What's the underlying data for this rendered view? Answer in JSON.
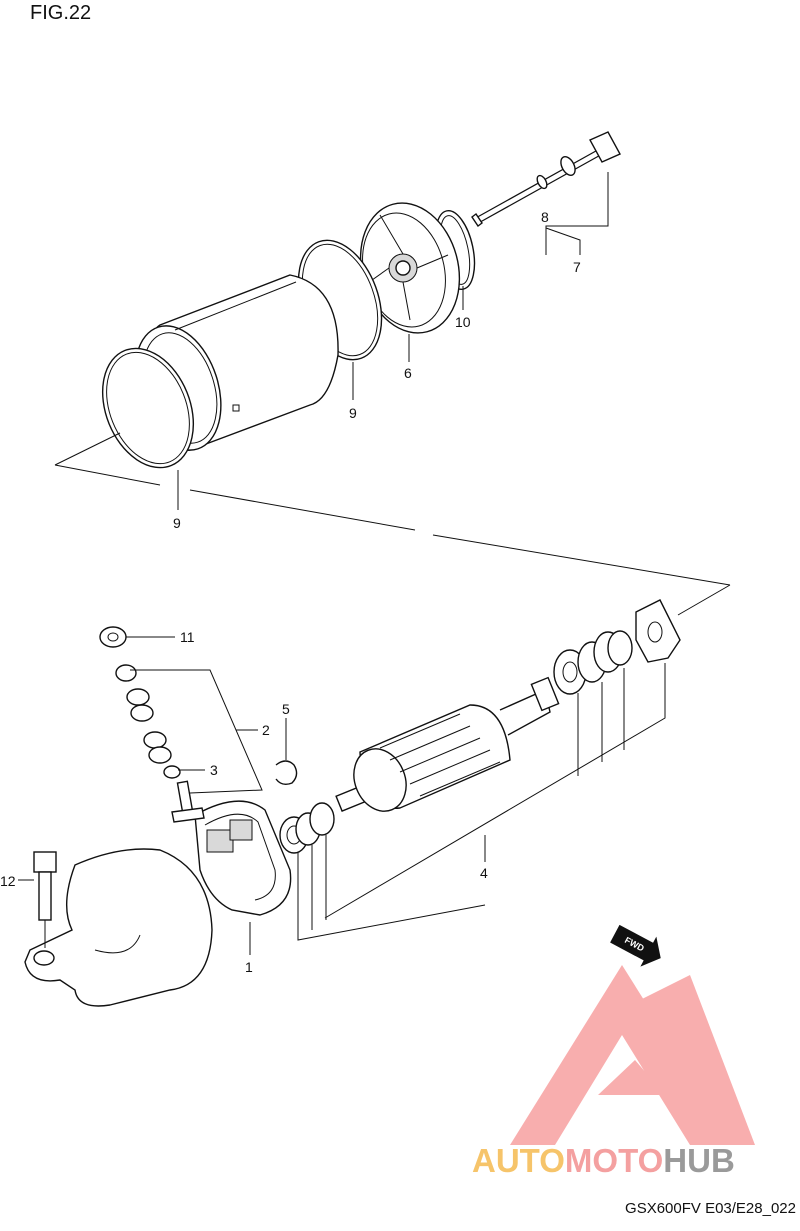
{
  "figure": {
    "title": "FIG.22",
    "reference_code": "GSX600FV E03/E28_022"
  },
  "callouts": [
    {
      "id": "c1",
      "label": "1"
    },
    {
      "id": "c2",
      "label": "2"
    },
    {
      "id": "c3",
      "label": "3"
    },
    {
      "id": "c4",
      "label": "4"
    },
    {
      "id": "c5",
      "label": "5"
    },
    {
      "id": "c6",
      "label": "6"
    },
    {
      "id": "c7",
      "label": "7"
    },
    {
      "id": "c8",
      "label": "8"
    },
    {
      "id": "c9a",
      "label": "9"
    },
    {
      "id": "c9b",
      "label": "9"
    },
    {
      "id": "c10",
      "label": "10"
    },
    {
      "id": "c11",
      "label": "11"
    },
    {
      "id": "c12",
      "label": "12"
    }
  ],
  "fwd_arrow": {
    "label": "FWD"
  },
  "watermark": {
    "brand_parts": [
      "AUTO",
      "MOTO",
      "HUB"
    ],
    "colors": {
      "auto": "#f6c46a",
      "moto": "#f4a0a0",
      "hub": "#9a9a9a",
      "triangle": "#f7a0a0"
    }
  }
}
